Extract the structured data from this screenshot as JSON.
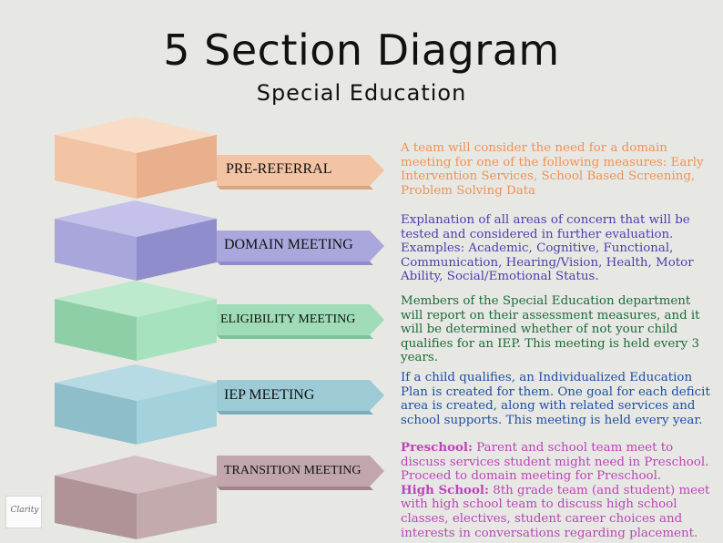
{
  "title": "5 Section Diagram",
  "subtitle": "Special Education",
  "logo_text": "Clarity",
  "sections": [
    {
      "label": "PRE-REFERRAL",
      "color": "#f2c4a4",
      "description": "A team will consider the need for a domain meeting for one of the following measures: Early Intervention Services, School Based Screening, Problem Solving Data",
      "text_color": "#f09255"
    },
    {
      "label": "DOMAIN MEETING",
      "color": "#aaa7dc",
      "description": "Explanation of all areas of concern that will be tested and considered in further evaluation. Examples: Academic, Cognitive, Functional, Communication, Hearing/Vision, Health, Motor Ability, Social/Emotional Status.",
      "text_color": "#4a3fb0"
    },
    {
      "label": "ELIGIBILITY MEETING",
      "color": "#9fdcb7",
      "description": "Members of the Special Education department will report on their assessment measures, and it will be determined whether of not your child qualifies for an IEP. This meeting is held every 3 years.",
      "text_color": "#1b6b3a"
    },
    {
      "label": "IEP MEETING",
      "color": "#9ccbd6",
      "description": "If a child qualifies, an Individualized Education Plan is created for them. One goal for each deficit area is created, along with related services and school supports. This meeting is held every year.",
      "text_color": "#1e4ea3"
    },
    {
      "label": "TRANSITION MEETING",
      "color": "#c1a7ab",
      "description_parts": [
        {
          "heading": "Preschool:",
          "text": " Parent and school team meet to discuss services student might need in Preschool. Proceed to domain meeting for Preschool."
        },
        {
          "heading": "High School:",
          "text": " 8th grade team (and student) meet with high school team to discuss high school classes, electives, student career choices and interests in conversations regarding placement."
        }
      ],
      "text_color": "#bb45b8"
    }
  ]
}
